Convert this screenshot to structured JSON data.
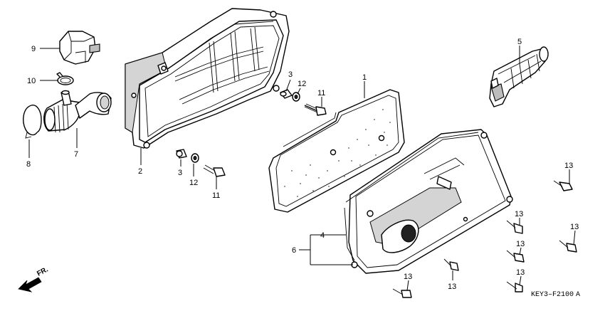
{
  "diagram": {
    "callouts": [
      {
        "id": "c9",
        "text": "9"
      },
      {
        "id": "c10",
        "text": "10"
      },
      {
        "id": "c8",
        "text": "8"
      },
      {
        "id": "c7",
        "text": "7"
      },
      {
        "id": "c2",
        "text": "2"
      },
      {
        "id": "c3a",
        "text": "3"
      },
      {
        "id": "c12a",
        "text": "12"
      },
      {
        "id": "c11a",
        "text": "11"
      },
      {
        "id": "c3b",
        "text": "3"
      },
      {
        "id": "c12b",
        "text": "12"
      },
      {
        "id": "c11b",
        "text": "11"
      },
      {
        "id": "c1",
        "text": "1"
      },
      {
        "id": "c5",
        "text": "5"
      },
      {
        "id": "c4",
        "text": "4"
      },
      {
        "id": "c6",
        "text": "6"
      },
      {
        "id": "c13a",
        "text": "13"
      },
      {
        "id": "c13b",
        "text": "13"
      },
      {
        "id": "c13c",
        "text": "13"
      },
      {
        "id": "c13d",
        "text": "13"
      },
      {
        "id": "c13e",
        "text": "13"
      },
      {
        "id": "c13f",
        "text": "13"
      },
      {
        "id": "c13g",
        "text": "13"
      }
    ],
    "direction_label": "FR.",
    "diagram_code": "KEY3–F2100 A"
  }
}
